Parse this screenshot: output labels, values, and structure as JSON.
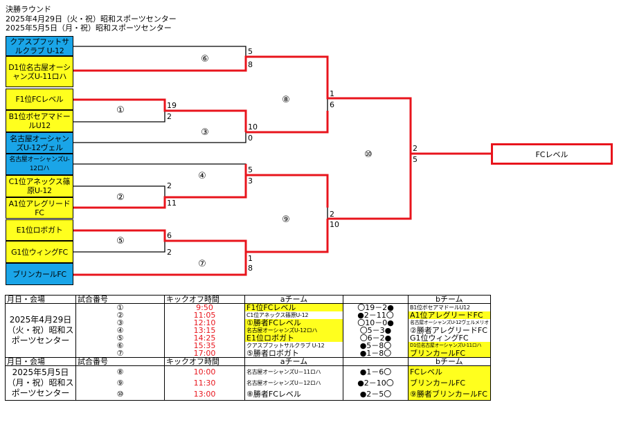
{
  "header": {
    "title": "決勝ラウンド",
    "line1": "2025年4月29日（火・祝）昭和スポーツセンター",
    "line2": "2025年5月5日（月・祝）昭和スポーツセンター"
  },
  "colors": {
    "bracket_win": "#e8141c",
    "team_blue": "#1aa5e8",
    "team_yellow": "#ffff1e"
  },
  "teams": [
    "クアスプフットサルクラブ U-12",
    "D1位名古屋オーシャンズU-11ロハ",
    "F1位FCレベル",
    "B1位ボセアマドールU12",
    "名古屋オーシャンズU-12ヴェル",
    "名古屋オーシャンズU-12ロハ",
    "C1位アネックス篠原U-12",
    "A1位アレグリードFC",
    "E1位ロボガト",
    "G1位ウィングFC",
    "ブリンカールFC"
  ],
  "match_labels": [
    "⑥",
    "①",
    "③",
    "④",
    "②",
    "⑤",
    "⑦",
    "⑧",
    "⑨",
    "⑩"
  ],
  "scores": {
    "m6": [
      "5",
      "8"
    ],
    "m1": [
      "19",
      "2"
    ],
    "m3": [
      "10",
      "0"
    ],
    "m4": [
      "5",
      "3"
    ],
    "m2": [
      "2",
      "11"
    ],
    "m5": [
      "6",
      "2"
    ],
    "m7": [
      "1",
      "8"
    ],
    "m8": [
      "1",
      "6"
    ],
    "m9": [
      "2",
      "10"
    ],
    "m10": [
      "2",
      "5"
    ]
  },
  "champion": "FCレベル",
  "schedule": {
    "headers": [
      "月日・会場",
      "試合番号",
      "キックオフ時間",
      "aチーム",
      "",
      "bチーム"
    ],
    "day1_venue": "2025年4月29日（火・祝）昭和スポーツセンター",
    "day1": [
      {
        "no": "①",
        "time": "9:50",
        "a": "F1位FCレベル",
        "result": "〇19－2●",
        "b": "B1位ボセアマドールU12"
      },
      {
        "no": "②",
        "time": "11:05",
        "a": "C1位アネックス篠原U-12",
        "result": "●2－11〇",
        "b": "A1位アレグリードFC"
      },
      {
        "no": "③",
        "time": "12:10",
        "a": "①勝者FCレベル",
        "result": "〇10－0●",
        "b": "名古屋オーシャンズU-12ヴェルメリオ"
      },
      {
        "no": "④",
        "time": "13:15",
        "a": "名古屋オーシャンズU-12ロハ",
        "result": "〇5－3●",
        "b": "②勝者アレグリードFC"
      },
      {
        "no": "⑤",
        "time": "14:25",
        "a": "E1位ロボガト",
        "result": "〇6－2●",
        "b": "G1位ウィングFC"
      },
      {
        "no": "⑥",
        "time": "15:35",
        "a": "クアスプフットサルクラブ U-12",
        "result": "●5－8〇",
        "b": "D1位名古屋オーシャンズU-11ロハ"
      },
      {
        "no": "⑦",
        "time": "17:00",
        "a": "⑤勝者ロボガト",
        "result": "●1－8〇",
        "b": "ブリンカールFC"
      }
    ],
    "day2_venue": "2025年5月5日（月・祝）昭和スポーツセンター",
    "day2": [
      {
        "no": "⑧",
        "time": "10:00",
        "a": "名古屋オーシャンズU－11ロハ",
        "result": "●1－6〇",
        "b": "FCレベル"
      },
      {
        "no": "⑨",
        "time": "11:30",
        "a": "名古屋オーシャンズU－12ロハ",
        "result": "●2－10〇",
        "b": "ブリンカールFC"
      },
      {
        "no": "⑩",
        "time": "13:00",
        "a": "⑧勝者FCレベル",
        "result": "●2－5〇",
        "b": "⑨勝者ブリンカールFC"
      }
    ]
  }
}
